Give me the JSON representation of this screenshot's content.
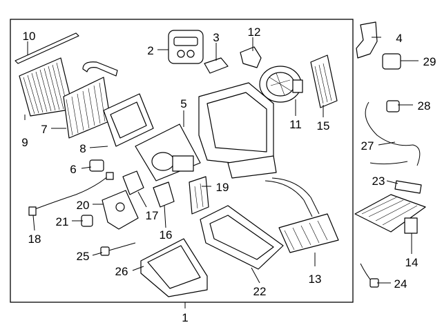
{
  "assembly_label": "1",
  "callouts": [
    {
      "id": "c2",
      "label": "2"
    },
    {
      "id": "c3",
      "label": "3"
    },
    {
      "id": "c4",
      "label": "4"
    },
    {
      "id": "c5",
      "label": "5"
    },
    {
      "id": "c6",
      "label": "6"
    },
    {
      "id": "c7",
      "label": "7"
    },
    {
      "id": "c8",
      "label": "8"
    },
    {
      "id": "c9",
      "label": "9"
    },
    {
      "id": "c10",
      "label": "10"
    },
    {
      "id": "c11",
      "label": "11"
    },
    {
      "id": "c12",
      "label": "12"
    },
    {
      "id": "c13",
      "label": "13"
    },
    {
      "id": "c14",
      "label": "14"
    },
    {
      "id": "c15",
      "label": "15"
    },
    {
      "id": "c16",
      "label": "16"
    },
    {
      "id": "c17",
      "label": "17"
    },
    {
      "id": "c18",
      "label": "18"
    },
    {
      "id": "c19",
      "label": "19"
    },
    {
      "id": "c20",
      "label": "20"
    },
    {
      "id": "c21",
      "label": "21"
    },
    {
      "id": "c22",
      "label": "22"
    },
    {
      "id": "c23",
      "label": "23"
    },
    {
      "id": "c24",
      "label": "24"
    },
    {
      "id": "c25",
      "label": "25"
    },
    {
      "id": "c26",
      "label": "26"
    },
    {
      "id": "c27",
      "label": "27"
    },
    {
      "id": "c28",
      "label": "28"
    },
    {
      "id": "c29",
      "label": "29"
    }
  ]
}
